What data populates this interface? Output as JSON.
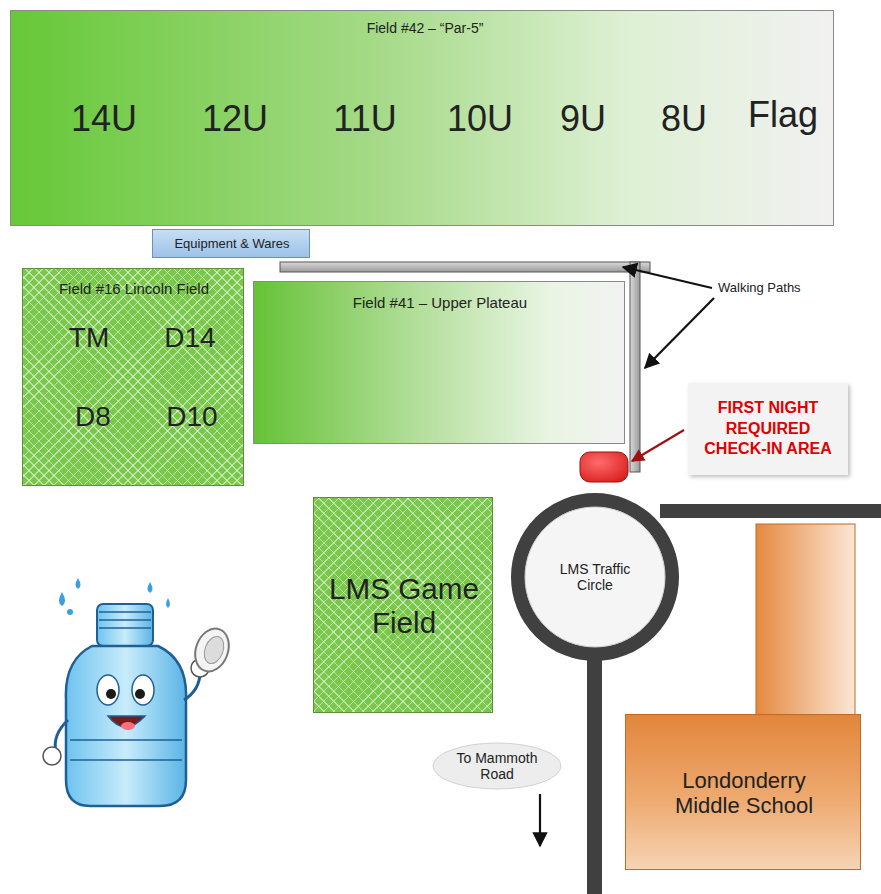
{
  "diagram": {
    "nodes": [
      {
        "text": [
          "Field #42 – “Par-5”",
          "14U",
          "12U",
          "11U",
          "10U",
          "9U",
          "8U",
          "Flag"
        ]
      },
      {
        "text": [
          "Equipment & Wares"
        ]
      },
      {
        "text": [
          "Field #16 Lincoln Field",
          "TM",
          "D14",
          "D8",
          "D10"
        ]
      },
      {
        "text": [
          "Field #41 – Upper Plateau"
        ]
      },
      {
        "text": [
          "LMS Game Field"
        ]
      },
      {
        "text": [
          "LMS Traffic Circle"
        ]
      },
      {
        "text": [
          "To Mammoth Road"
        ]
      },
      {
        "text": [
          "Londonderry Middle School"
        ]
      }
    ],
    "labels": [
      "Walking Paths",
      "FIRST NIGHT REQUIRED CHECK-IN AREA"
    ]
  }
}
